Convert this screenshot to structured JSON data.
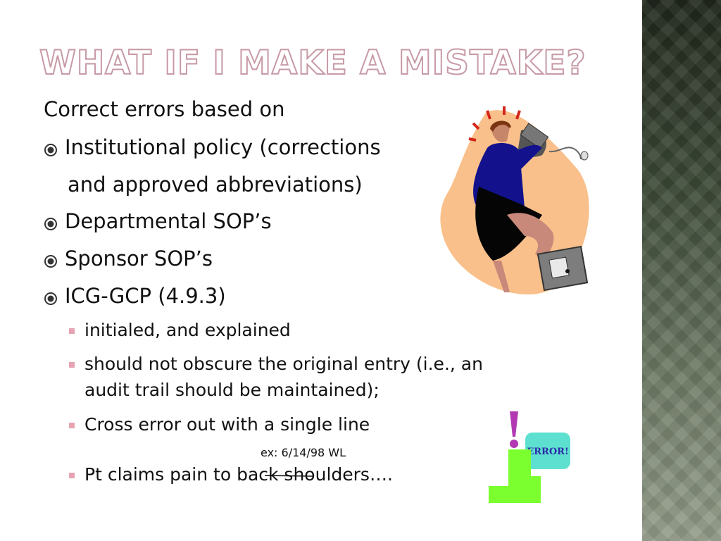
{
  "slide": {
    "title": "WHAT IF I MAKE A MISTAKE?",
    "intro": "Correct errors based on",
    "bullets": [
      "Institutional policy (corrections",
      "and approved abbreviations)",
      "Departmental SOP’s",
      "Sponsor SOP’s",
      "ICG-GCP (4.9.3)"
    ],
    "sub_bullets": [
      "initialed, and explained",
      "should not obscure the original entry (i.e., an",
      "audit trail should be maintained);",
      "Cross error out with a single line",
      "Pt claims pain to back shoulders…."
    ],
    "example": "ex: 6/14/98 WL",
    "clipart_error_label": "ERROR!"
  },
  "colors": {
    "title_outline": "#c79aa6",
    "bullet_accent": "#e6a3b2",
    "sidebar": "#3d4a37"
  },
  "icons": [
    "radio-bullet-icon",
    "square-bullet-icon",
    "woman-computer-clipart",
    "error-exclamation-clipart"
  ]
}
